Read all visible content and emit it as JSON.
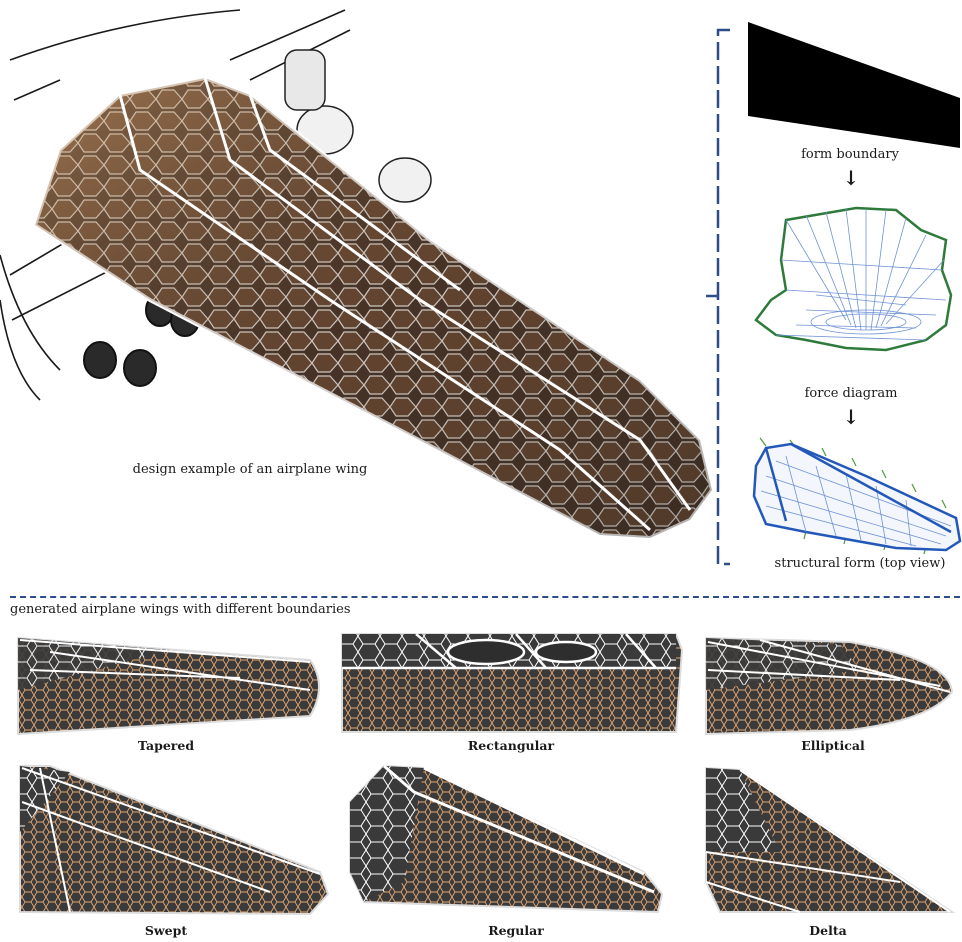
{
  "main_caption": "design example of an airplane wing",
  "pipeline": {
    "step1": "form boundary",
    "step2": "force diagram",
    "step3": "structural form (top view)",
    "arrow": "↓"
  },
  "section_title": "generated airplane wings with different boundaries",
  "wings": {
    "tapered": "Tapered",
    "rectangular": "Rectangular",
    "elliptical": "Elliptical",
    "swept": "Swept",
    "regular": "Regular",
    "delta": "Delta"
  },
  "colors": {
    "wing_fill": "#3a3a3a",
    "cell_edge": "#e2a774",
    "rib_white": "#ffffff",
    "bracket_blue": "#2d4c8a",
    "force_green": "#2d7a3a",
    "force_blue": "#6f93d6",
    "struct_blue": "#2358b8"
  }
}
